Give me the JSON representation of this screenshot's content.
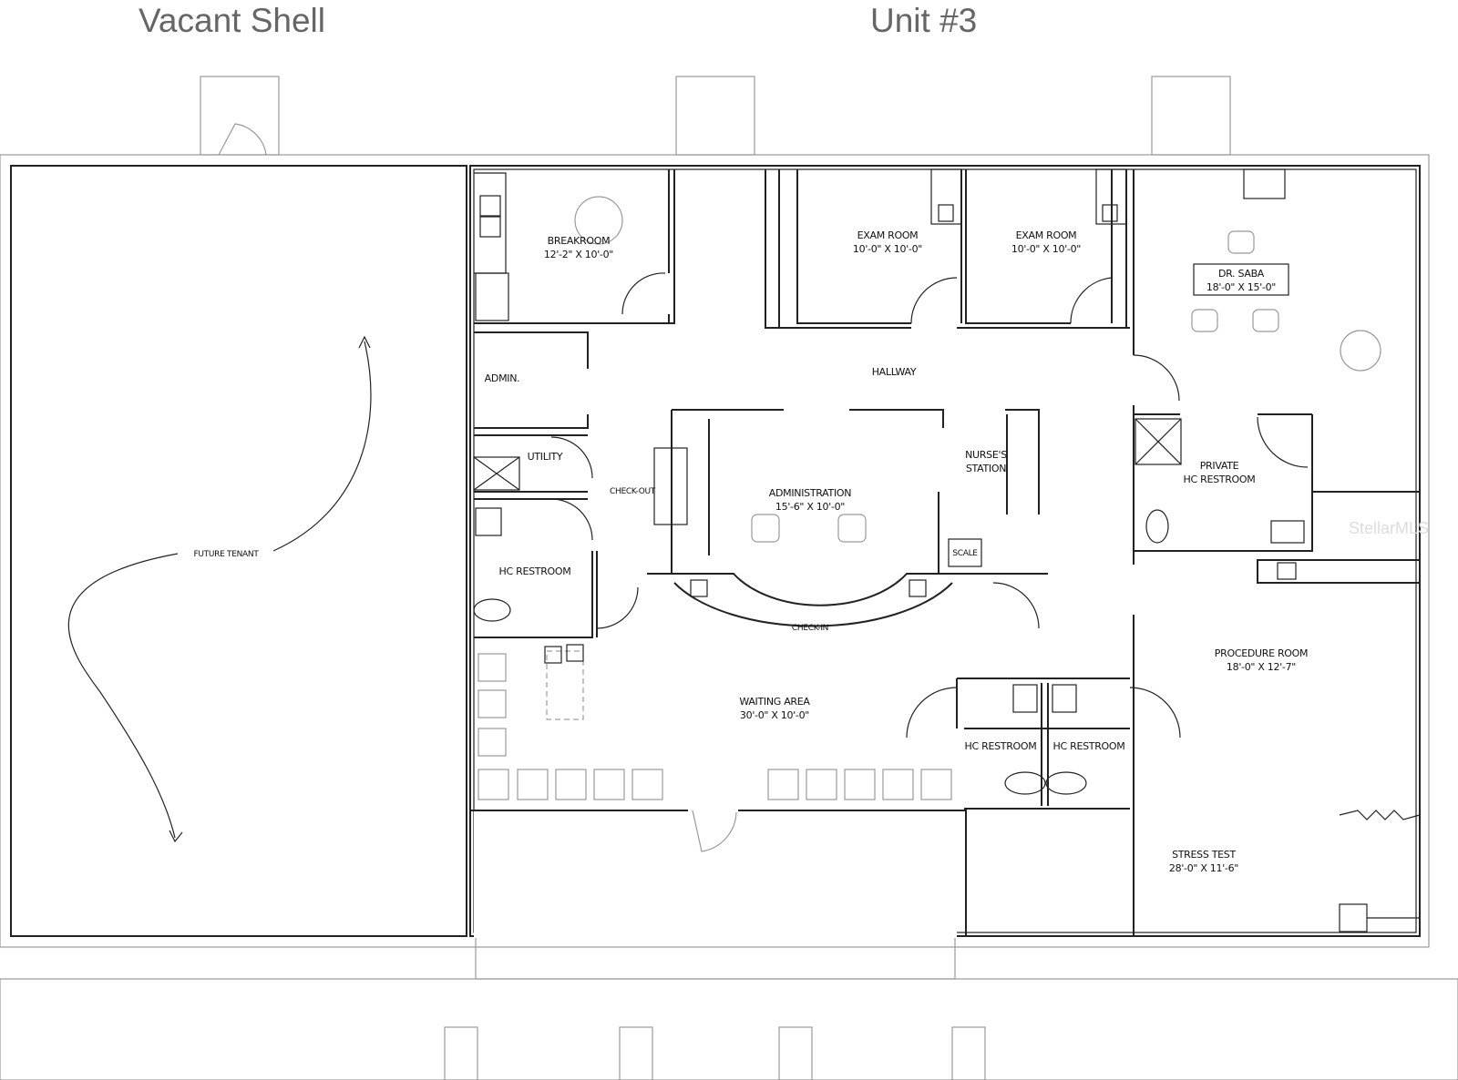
{
  "headers": {
    "left": "Vacant Shell",
    "right": "Unit #3"
  },
  "rooms": {
    "future_tenant": "FUTURE TENANT",
    "breakroom": {
      "name": "BREAKROOM",
      "size": "12'-2\" X 10'-0\""
    },
    "exam_room_1": {
      "name": "EXAM ROOM",
      "size": "10'-0\" X 10'-0\""
    },
    "exam_room_2": {
      "name": "EXAM ROOM",
      "size": "10'-0\" X 10'-0\""
    },
    "dr_saba": {
      "name": "DR. SABA",
      "size": "18'-0\" X 15'-0\""
    },
    "hallway": "HALLWAY",
    "admin": "ADMIN.",
    "utility": "UTILITY",
    "check_out": "CHECK-OUT",
    "administration": {
      "name": "ADMINISTRATION",
      "size": "15'-6\" X 10'-0\""
    },
    "nurses_station": {
      "line1": "NURSE'S",
      "line2": "STATION"
    },
    "private_restroom": {
      "line1": "PRIVATE",
      "line2": "HC RESTROOM"
    },
    "hc_restroom_left": "HC RESTROOM",
    "hc_restroom_mid": "HC RESTROOM",
    "hc_restroom_right": "HC RESTROOM",
    "scale": "SCALE",
    "check_in": "CHECK-IN",
    "waiting_area": {
      "name": "WAITING AREA",
      "size": "30'-0\" X 10'-0\""
    },
    "procedure_room": {
      "name": "PROCEDURE ROOM",
      "size": "18'-0\" X 12'-7\""
    },
    "stress_test": {
      "name": "STRESS TEST",
      "size": "28'-0\" X 11'-6\""
    }
  },
  "watermark": "StellarMLS"
}
